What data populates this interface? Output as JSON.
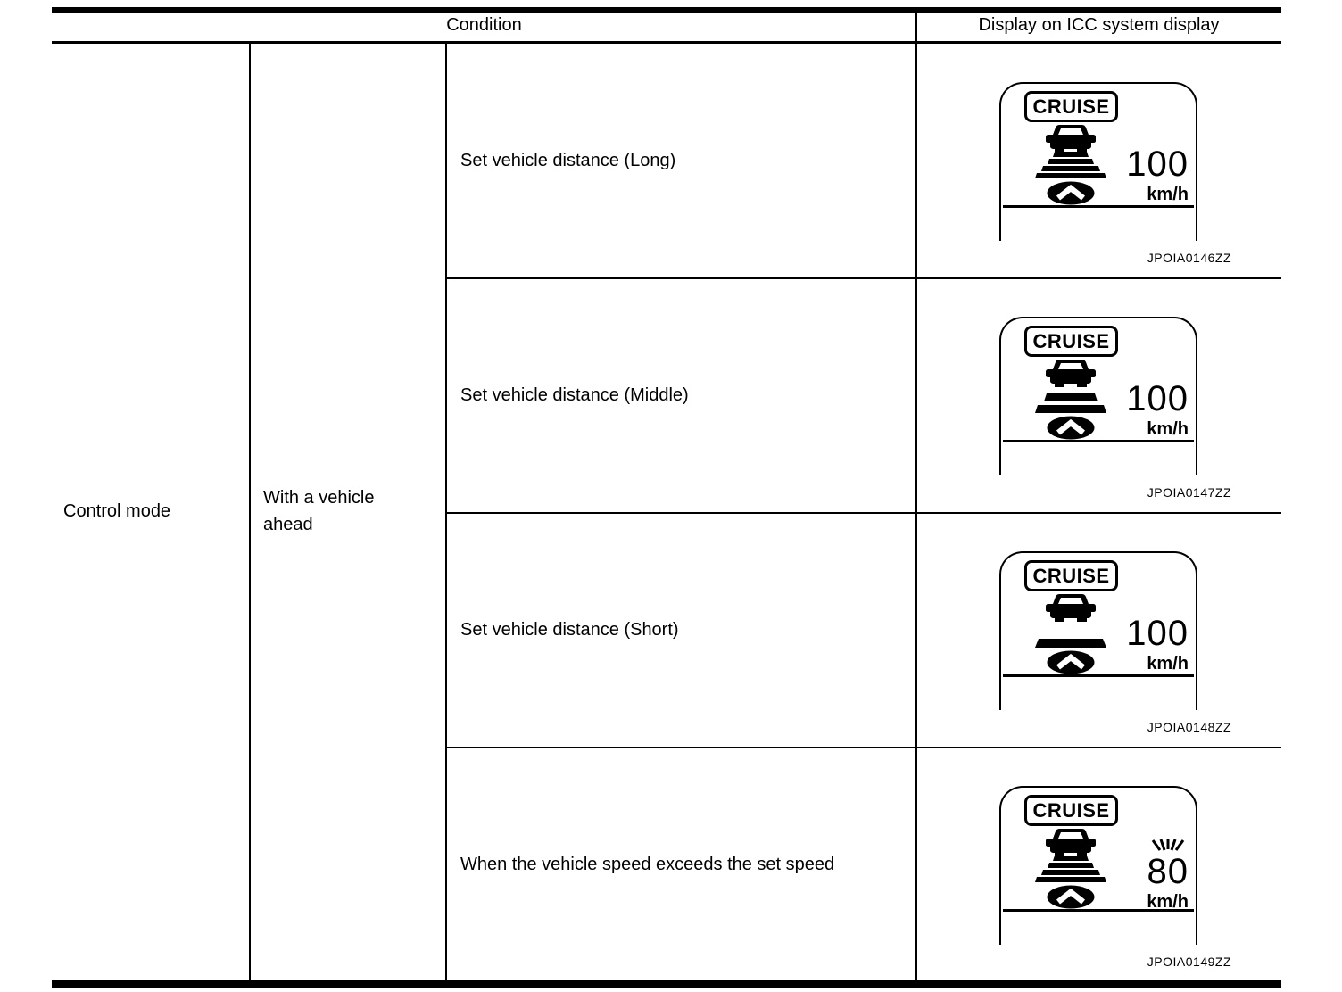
{
  "header": {
    "condition": "Condition",
    "display": "Display on ICC system display"
  },
  "left": {
    "control_mode": "Control mode",
    "with_vehicle_ahead": "With a vehicle ahead"
  },
  "rows": [
    {
      "condition": "Set vehicle distance (Long)",
      "cruise": "CRUISE",
      "speed": "100",
      "unit": "km/h",
      "distance_setting": "long",
      "distance_stripes": 4,
      "speed_flashing": false,
      "caption": "JPOIA0146ZZ"
    },
    {
      "condition": "Set vehicle distance (Middle)",
      "cruise": "CRUISE",
      "speed": "100",
      "unit": "km/h",
      "distance_setting": "middle",
      "distance_stripes": 2,
      "speed_flashing": false,
      "caption": "JPOIA0147ZZ"
    },
    {
      "condition": "Set vehicle distance (Short)",
      "cruise": "CRUISE",
      "speed": "100",
      "unit": "km/h",
      "distance_setting": "short",
      "distance_stripes": 1,
      "speed_flashing": false,
      "caption": "JPOIA0148ZZ"
    },
    {
      "condition": "When the vehicle speed exceeds the set speed",
      "cruise": "CRUISE",
      "speed": "80",
      "unit": "km/h",
      "distance_setting": "long",
      "distance_stripes": 4,
      "speed_flashing": true,
      "caption": "JPOIA0149ZZ"
    }
  ],
  "colors": {
    "ink": "#000000",
    "background": "#ffffff"
  }
}
